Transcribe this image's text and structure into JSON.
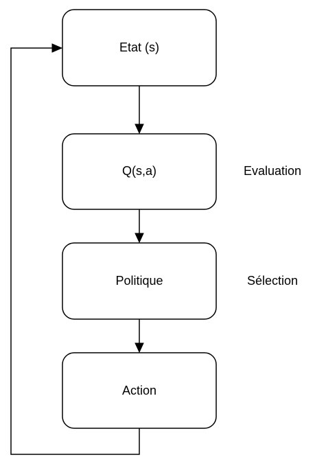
{
  "diagram": {
    "nodes": {
      "state": "Etat (s)",
      "q_value": "Q(s,a)",
      "policy": "Politique",
      "action": "Action"
    },
    "annotations": {
      "evaluation": "Evaluation",
      "selection": "Sélection"
    },
    "edges": [
      {
        "from": "state",
        "to": "q_value"
      },
      {
        "from": "q_value",
        "to": "policy"
      },
      {
        "from": "policy",
        "to": "action"
      },
      {
        "from": "action",
        "to": "state",
        "type": "feedback-loop"
      }
    ]
  }
}
